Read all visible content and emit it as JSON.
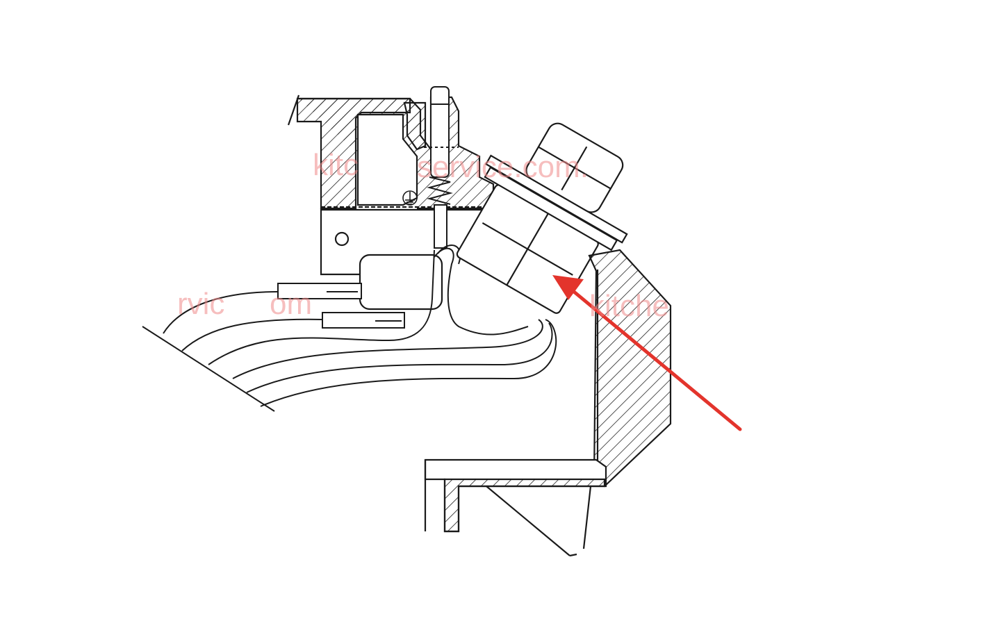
{
  "watermarks": [
    {
      "text": "kitc",
      "id": "watermark-1a"
    },
    {
      "text": "service.com.",
      "id": "watermark-1b"
    },
    {
      "text": "rvic",
      "id": "watermark-2a"
    },
    {
      "text": "om",
      "id": "watermark-2b"
    },
    {
      "text": "kitche",
      "id": "watermark-3"
    }
  ],
  "colors": {
    "line": "#1a1a1a",
    "hatch": "#222222",
    "arrow": "#e3342c",
    "watermark": "#f08a8a",
    "background": "#ffffff"
  },
  "icons": {
    "ground_symbol": "ground-icon",
    "pointer_arrow": "red-arrow-icon"
  }
}
